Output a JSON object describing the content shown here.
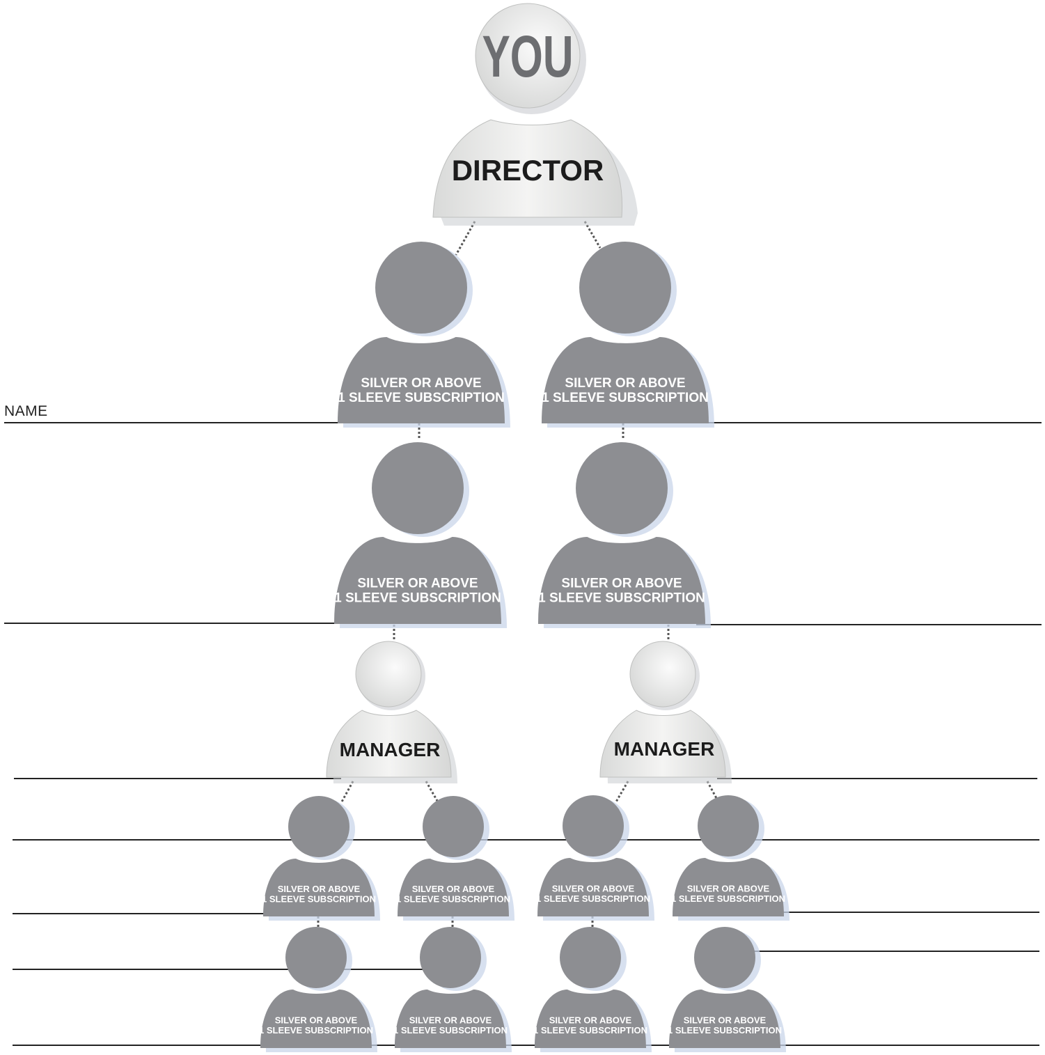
{
  "labels": {
    "you": "YOU",
    "director": "DIRECTOR",
    "manager": "MANAGER",
    "name": "NAME",
    "silver_line1": "SILVER OR ABOVE",
    "silver_line2": "1 SLEEVE SUBSCRIPTION"
  },
  "colors": {
    "gray_figure": "#8d8e92",
    "light_figure": "#e6e7e6",
    "shadow": "#c9d5ea",
    "dark_text": "#1c1c1c",
    "you_text": "#6d6e71",
    "line": "#222222"
  }
}
